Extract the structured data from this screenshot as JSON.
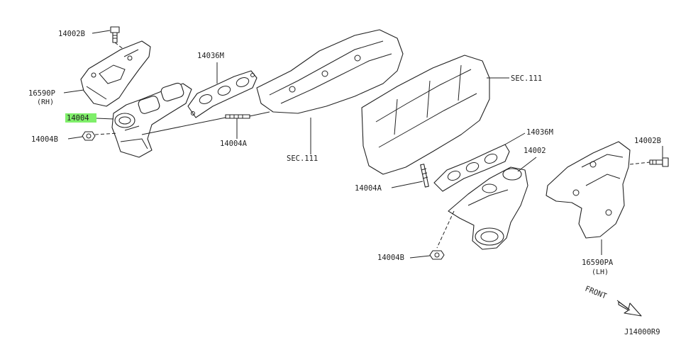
{
  "diagram": {
    "code": "J14000R9",
    "front": "FRONT",
    "labels": {
      "bolt_rh": "14002B",
      "cover_rh": "16590P",
      "cover_rh_side": "(RH)",
      "manifold_rh": "14004",
      "nut_rh": "14004B",
      "gasket_rh": "14036M",
      "stud_rh": "14004A",
      "sec_rh": "SEC.111",
      "sec_lh": "SEC.111",
      "gasket_lh": "14036M",
      "manifold_lh": "14002",
      "stud_lh": "14004A",
      "nut_lh": "14004B",
      "bolt_lh": "14002B",
      "cover_lh": "16590PA",
      "cover_lh_side": "(LH)"
    },
    "highlighted_part": "14004",
    "highlight_color": "#7fef6a"
  }
}
